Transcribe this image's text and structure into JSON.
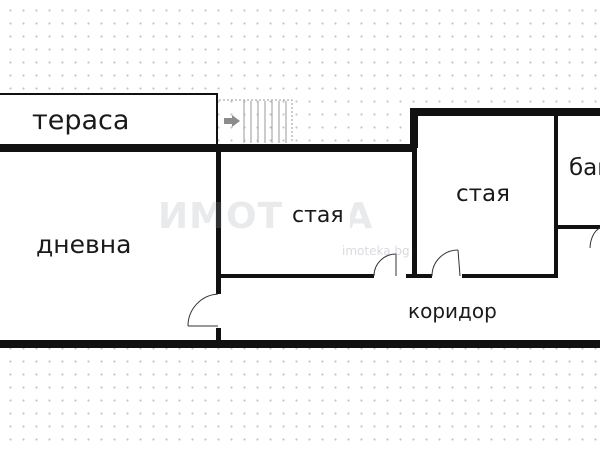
{
  "rooms": {
    "terrace": "тераса",
    "living": "дневна",
    "room1": "стая",
    "room2": "стая",
    "bathroom": "бан",
    "corridor": "коридор"
  },
  "watermark": {
    "logo": "ИМОТИКА",
    "site": "imoteka.bg"
  },
  "colors": {
    "wall": "#111111",
    "floor": "#ffffff",
    "stair_arrow": "#8c8c8c",
    "watermark": "#a0aab2"
  }
}
